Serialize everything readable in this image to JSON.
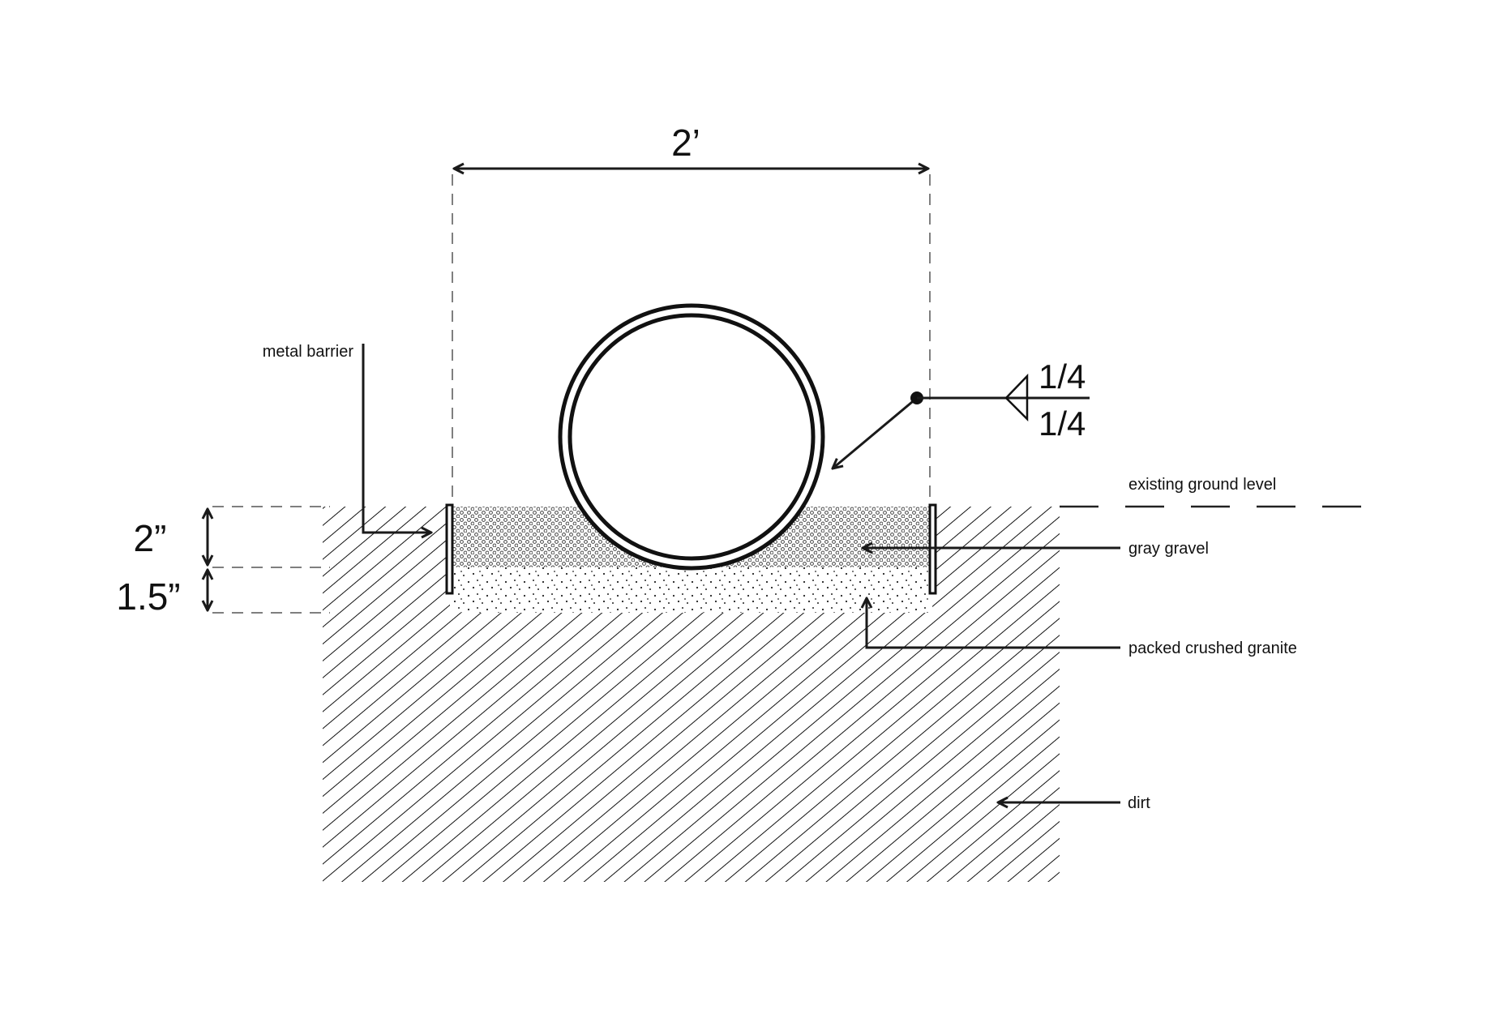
{
  "dimensions": {
    "width_label": "2’",
    "gravel_depth_label": "2”",
    "granite_depth_label": "1.5”"
  },
  "weld_symbol": {
    "top_size": "1/4",
    "bottom_size": "1/4"
  },
  "labels": {
    "metal_barrier": "metal barrier",
    "existing_ground_level": "existing ground level",
    "gray_gravel": "gray gravel",
    "packed_crushed_granite": "packed crushed granite",
    "dirt": "dirt"
  },
  "colors": {
    "ink": "#1a1a1a",
    "background": "#ffffff"
  }
}
